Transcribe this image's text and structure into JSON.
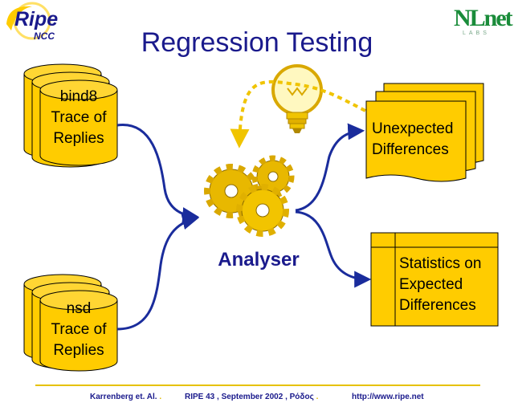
{
  "header": {
    "title": "Regression Testing",
    "ripe_logo_text": "Ripe",
    "ripe_logo_sub": "NCC",
    "nlnet_logo_text": "NLnet",
    "nlnet_logo_sub": "LABS"
  },
  "inputs": [
    {
      "line1": "bind8",
      "line2": "Trace of",
      "line3": "Replies"
    },
    {
      "line1": "nsd",
      "line2": "Trace of",
      "line3": "Replies"
    }
  ],
  "center": {
    "label": "Analyser"
  },
  "outputs": {
    "unexpected": {
      "line1": "Unexpected",
      "line2": "Differences"
    },
    "statistics": {
      "line1": "Statistics on",
      "line2": "Expected",
      "line3": "Differences"
    }
  },
  "footer": {
    "authors": "Karrenberg et. Al.",
    "event": "RIPE 43 ,  September 2002 , Ρόδος",
    "url": "http://www.ripe.net",
    "separator": "."
  },
  "colors": {
    "accent_yellow": "#ffcc00",
    "accent_blue": "#1a1a8c",
    "arrow_blue": "#1a2c9c",
    "dotted_yellow": "#f0c400",
    "footer_line": "#e6c200"
  }
}
